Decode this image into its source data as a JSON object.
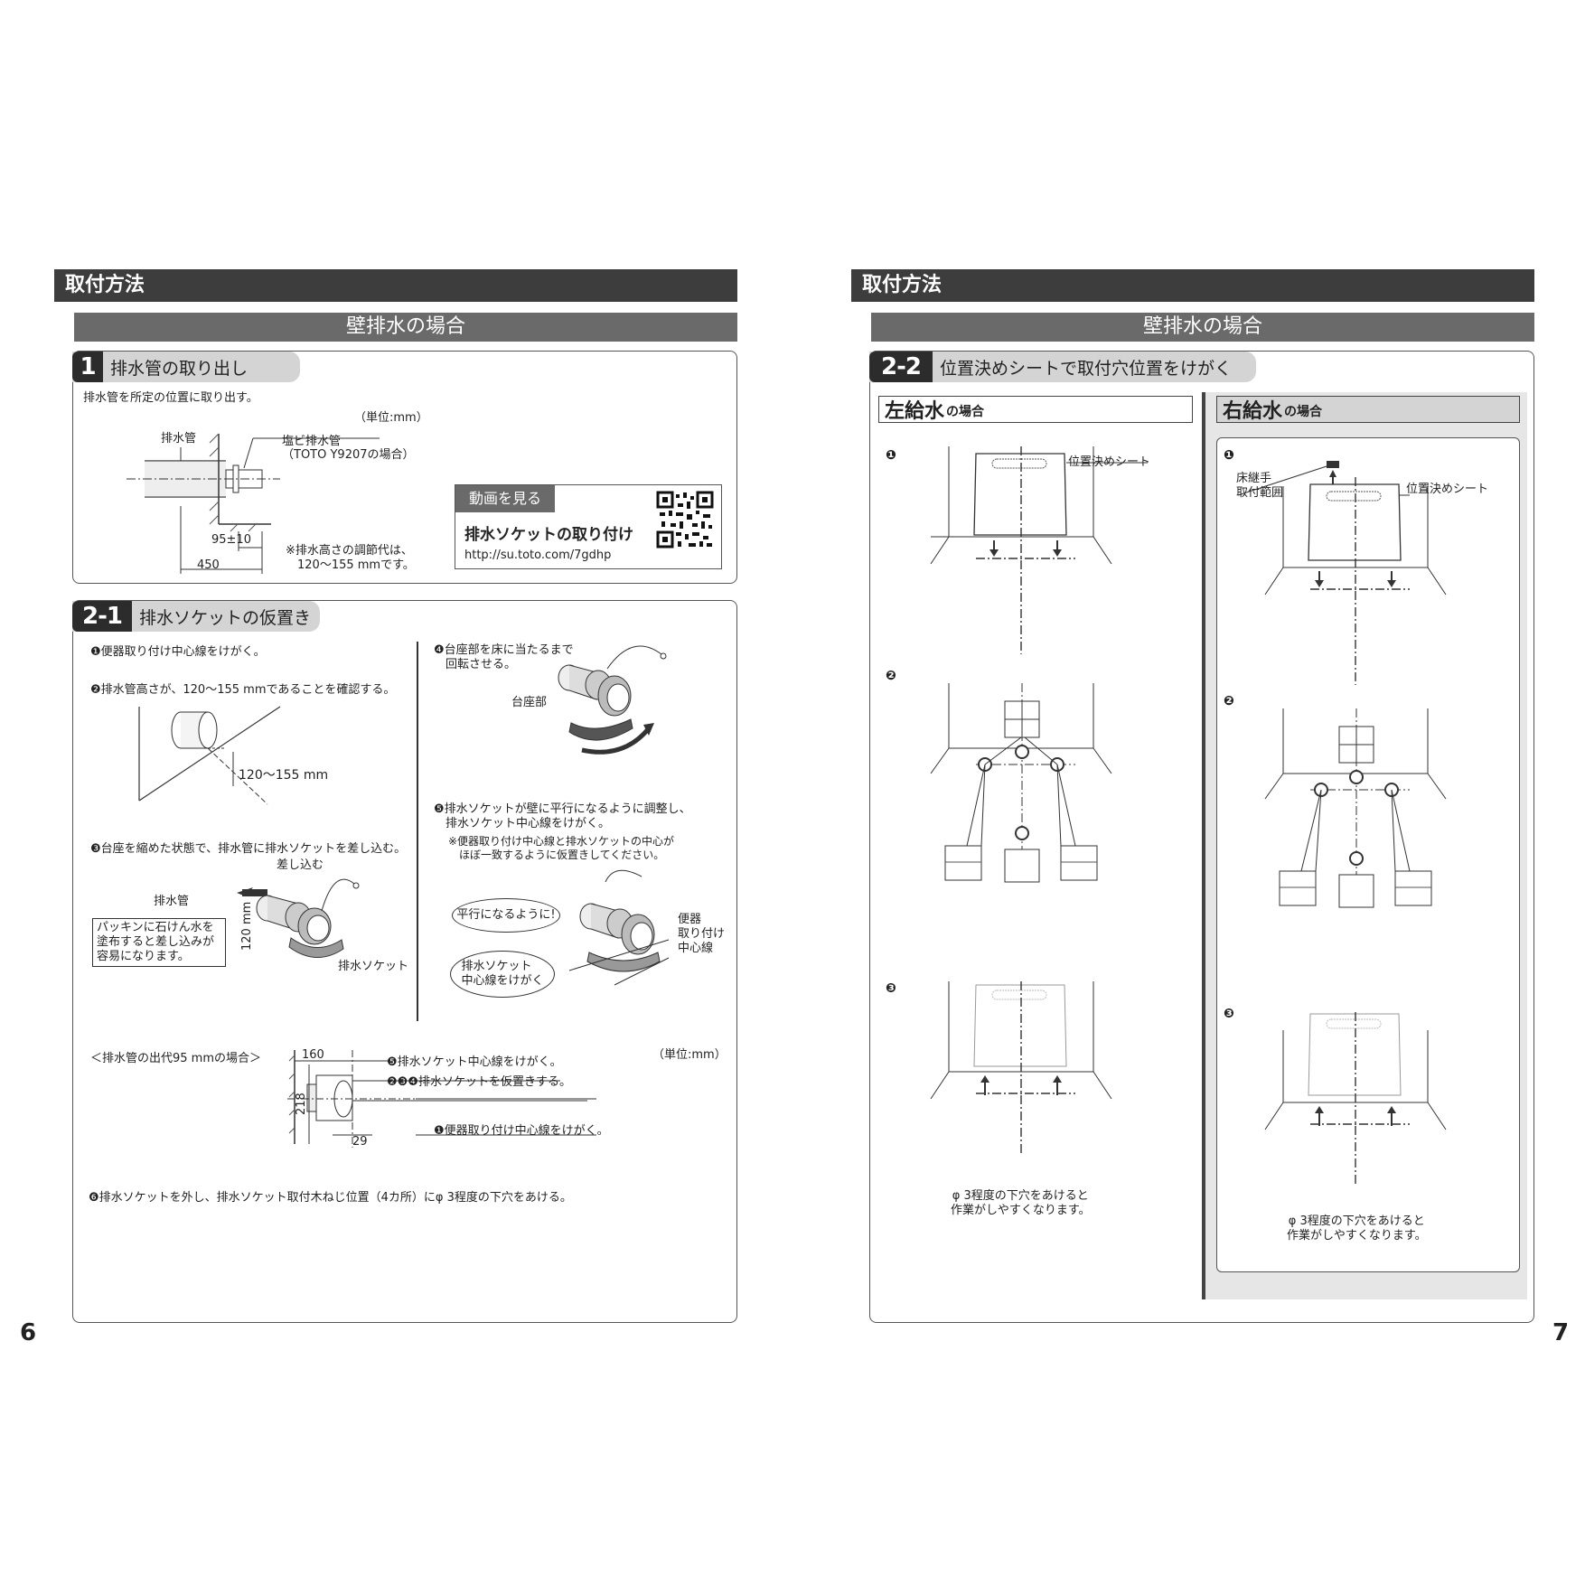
{
  "left_page": {
    "header": "取付方法",
    "subheader": "壁排水の場合",
    "section1": {
      "badge": "1",
      "title": "排水管の取り出し",
      "description": "排水管を所定の位置に取り出す。",
      "unit": "（単位:mm）",
      "labels": {
        "pipe": "排水管",
        "pvc": "塩ビ排水管",
        "pvc_note": "（TOTO Y9207の場合）",
        "dim1": "95±10",
        "dim2": "450",
        "note": "※排水高さの調節代は、\n　120～155 mmです。"
      },
      "video": {
        "heading": "動画を見る",
        "title": "排水ソケットの取り付け",
        "url": "http://su.toto.com/7gdhp"
      }
    },
    "section21": {
      "badge": "2-1",
      "title": "排水ソケットの仮置き",
      "steps": {
        "s1": "❶便器取り付け中心線をけがく。",
        "s2": "❷排水管高さが、120～155 mmであることを確認する。",
        "s2_dim": "120～155 mm",
        "s3": "❸台座を縮めた状態で、排水管に排水ソケットを差し込む。",
        "s3_insert": "差し込む",
        "s3_pipe": "排水管",
        "s3_tip": "パッキンに石けん水を\n塗布すると差し込みが\n容易になります。",
        "s3_dim": "120 mm",
        "s3_socket": "排水ソケット",
        "s4": "❹台座部を床に当たるまで\n　回転させる。",
        "s4_base": "台座部",
        "s5": "❺排水ソケットが壁に平行になるように調整し、\n　排水ソケット中心線をけがく。",
        "s5_note": "※便器取り付け中心線と排水ソケットの中心が\n　ほぼ一致するように仮置きしてください。",
        "s5_parallel": "平行になるように!",
        "s5_mark": "排水ソケット\n中心線をけがく",
        "s5_center": "便器\n取り付け\n中心線",
        "case_label": "＜排水管の出代95 mmの場合＞",
        "unit": "（単位:mm）",
        "dim160": "160",
        "dim218": "218",
        "dim29": "29",
        "callout5": "❺排水ソケット中心線をけがく。",
        "callout234": "❷❸❹排水ソケットを仮置きする。",
        "callout1": "❶便器取り付け中心線をけがく。",
        "s6": "❻排水ソケットを外し、排水ソケット取付木ねじ位置（4カ所）にφ 3程度の下穴をあける。"
      }
    },
    "page_number": "6"
  },
  "right_page": {
    "header": "取付方法",
    "subheader": "壁排水の場合",
    "section22": {
      "badge": "2-2",
      "title": "位置決めシートで取付穴位置をけがく"
    },
    "left_supply": {
      "title_big": "左給水",
      "title_small": "の場合",
      "step1": "❶",
      "step2": "❷",
      "step3": "❸",
      "sheet_label": "位置決めシート",
      "hint": "φ 3程度の下穴をあけると\n作業がしやすくなります。"
    },
    "right_supply": {
      "title_big": "右給水",
      "title_small": "の場合",
      "step1": "❶",
      "step2": "❷",
      "step3": "❸",
      "joint_label": "床継手\n取付範囲",
      "sheet_label": "位置決めシート",
      "hint": "φ 3程度の下穴をあけると\n作業がしやすくなります。"
    },
    "page_number": "7"
  }
}
